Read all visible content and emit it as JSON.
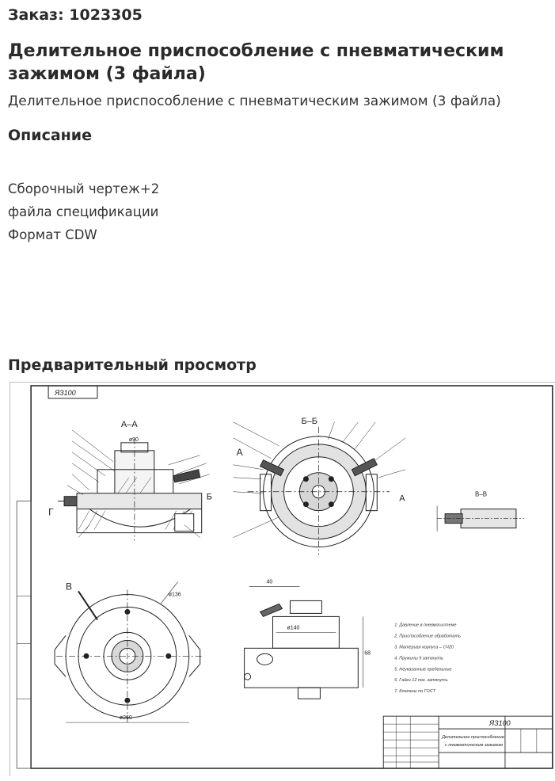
{
  "order": {
    "label": "Заказ: 1023305"
  },
  "product": {
    "title": "Делительное приспособление с пневматическим зажимом (3 файла)",
    "subtitle": "Делительное приспособление с пневматическим зажимом (3 файла)"
  },
  "description": {
    "heading": "Описание",
    "lines": [
      "Сборочный чертеж+2",
      "файла спецификации",
      "Формат CDW"
    ]
  },
  "preview": {
    "heading": "Предварительный просмотр",
    "drawing": {
      "sheet_code": "ЯЗ100",
      "section_aa": "А–А",
      "section_bb": "Б–Б",
      "section_vv": "В–В",
      "view_g": "Г",
      "view_a": "А",
      "view_b": "Б",
      "view_v": "В",
      "dim_90": "ø90",
      "dim_136": "ø136",
      "dim_260": "ø260",
      "dim_140": "ø140",
      "dim_40": "40",
      "dim_68": "68",
      "stamp_title_1": "Делительное приспособление",
      "stamp_title_2": "с пневматическим зажимом",
      "stamp_code": "ЯЗ100",
      "notes": [
        "1. Давление в пневмосистеме",
        "2. Приспособление обработать",
        "3. Материал корпуса – СЧ20",
        "4. Пружины 9 затянуть",
        "5. Неуказанные предельные",
        "6. Гайки 12 поз. затянуть",
        "7. Клапаны по ГОСТ"
      ]
    }
  }
}
